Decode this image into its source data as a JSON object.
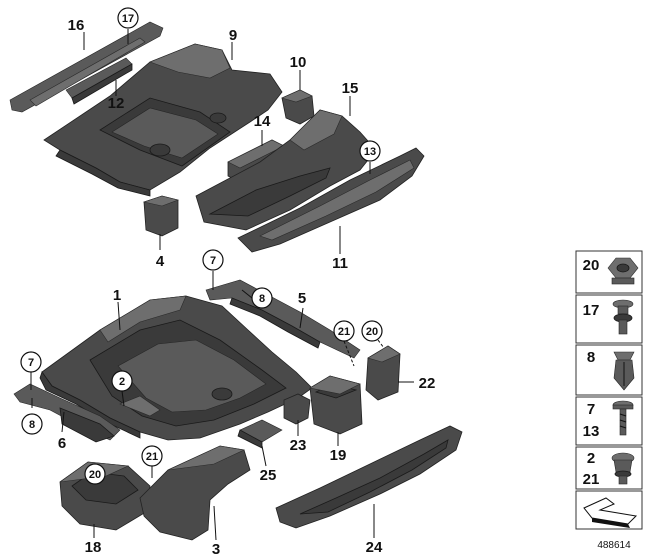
{
  "labels": {
    "l16": "16",
    "l17": "17",
    "l9": "9",
    "l10": "10",
    "l12": "12",
    "l15": "15",
    "l14": "14",
    "l13": "13",
    "l4": "4",
    "l11": "11",
    "l7a": "7",
    "l8a": "8",
    "l1": "1",
    "l5": "5",
    "l21a": "21",
    "l20a": "20",
    "l7b": "7",
    "l2": "2",
    "l22": "22",
    "l8b": "8",
    "l6": "6",
    "l23": "23",
    "l19": "19",
    "l20b": "20",
    "l21b": "21",
    "l25": "25",
    "l18": "18",
    "l3": "3",
    "l24": "24"
  },
  "legend": {
    "b1": "20",
    "b2": "17",
    "b3": "8",
    "b4a": "7",
    "b4b": "13",
    "b5a": "2",
    "b5b": "21"
  },
  "reference_number": "488614"
}
